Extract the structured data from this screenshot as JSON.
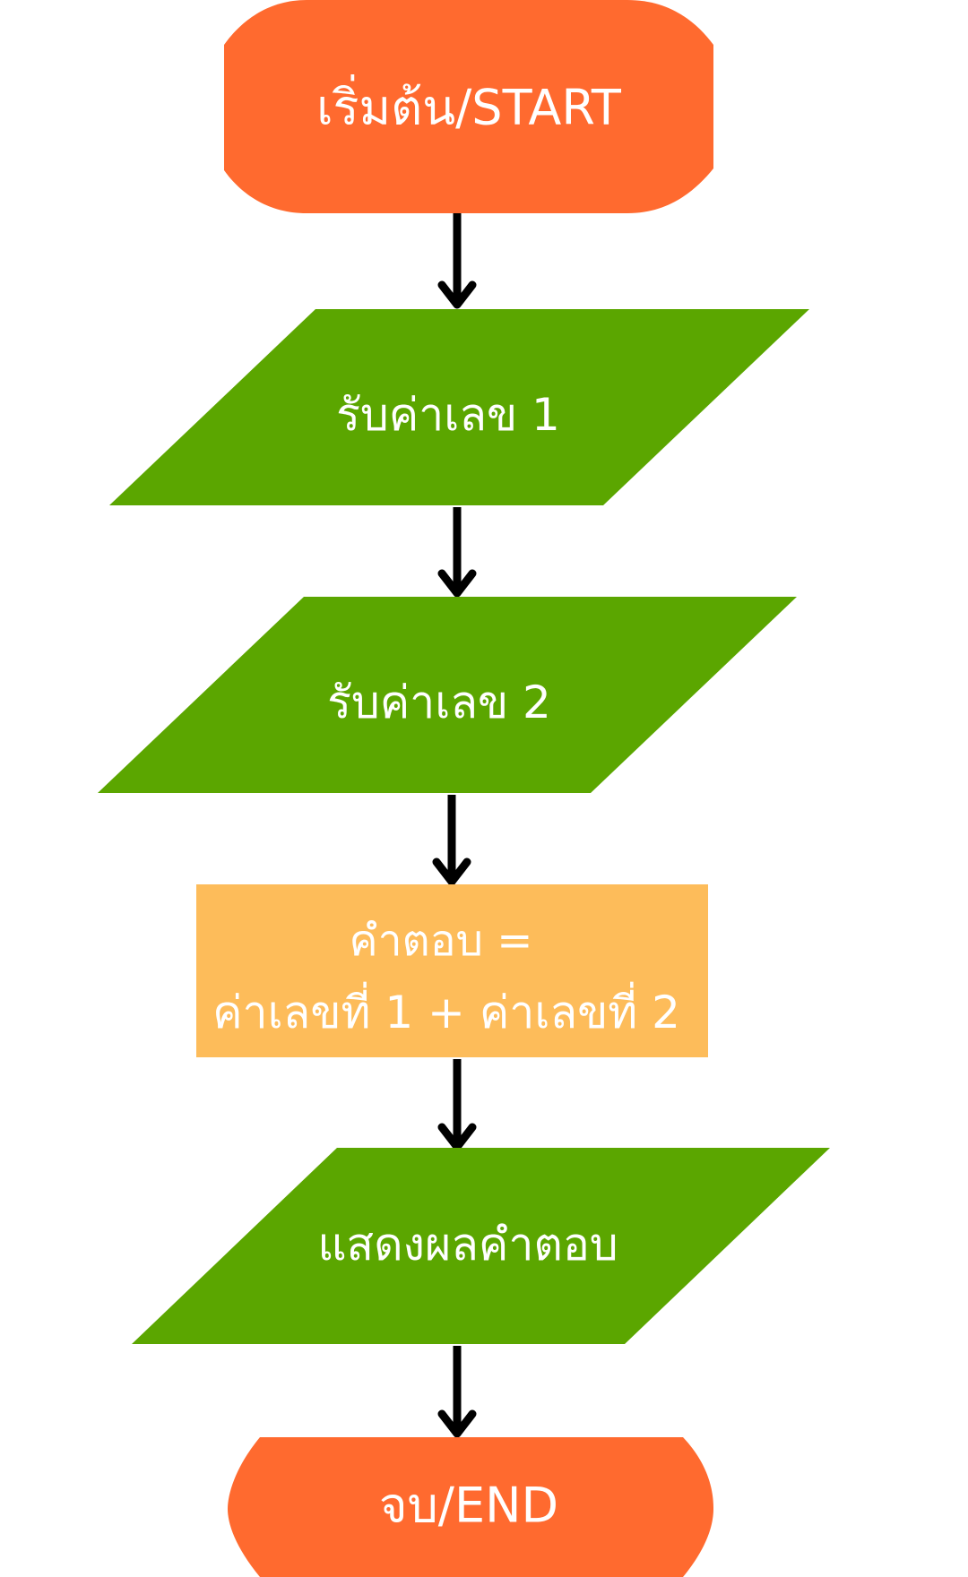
{
  "diagram": {
    "type": "flowchart",
    "colors": {
      "terminal": "#FF6A2F",
      "io": "#5BA600",
      "process": "#FDBC5A",
      "arrow": "#000000",
      "text": "#FFFFFF",
      "background": "#FFFFFF"
    },
    "nodes": {
      "start": {
        "shape": "terminal",
        "label": "เริ่มต้น/START"
      },
      "input1": {
        "shape": "parallelogram",
        "label": "รับค่าเลข 1"
      },
      "input2": {
        "shape": "parallelogram",
        "label": "รับค่าเลข 2"
      },
      "process": {
        "shape": "rectangle",
        "line1": "คำตอบ =",
        "line2": "ค่าเลขที่ 1 + ค่าเลขที่ 2"
      },
      "output": {
        "shape": "parallelogram",
        "label": "แสดงผลคำตอบ"
      },
      "end": {
        "shape": "terminal",
        "label": "จบ/END"
      }
    },
    "edges": [
      {
        "from": "start",
        "to": "input1"
      },
      {
        "from": "input1",
        "to": "input2"
      },
      {
        "from": "input2",
        "to": "process"
      },
      {
        "from": "process",
        "to": "output"
      },
      {
        "from": "output",
        "to": "end"
      }
    ]
  }
}
